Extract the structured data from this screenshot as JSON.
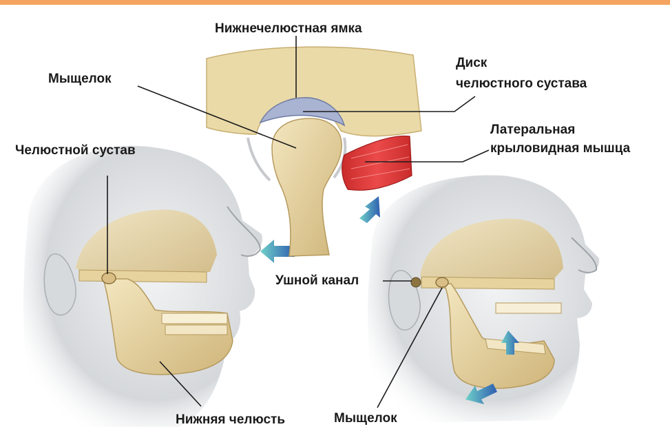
{
  "colors": {
    "top_bar": "#F4A460",
    "text": "#1a1a1a",
    "bone": "#E9D8A8",
    "bone_shadow": "#C9AE72",
    "skin": "#E2E4E6",
    "skin_shadow": "#B8BCC0",
    "disc": "#9AA6C8",
    "muscle": "#E23A3A",
    "arrow": "#3E7FC0",
    "line": "#1a1a1a"
  },
  "labels": {
    "mandibular_fossa": "Нижнечелюстная ямка",
    "condyle_top": "Мыщелок",
    "disc_line1": "Диск",
    "disc_line2": "челюстного сустава",
    "jaw_joint": "Челюстной сустав",
    "lateral_pterygoid_line1": "Латеральная",
    "lateral_pterygoid_line2": "крыловидная мышца",
    "ear_canal": "Ушной канал",
    "lower_jaw": "Нижняя челюсть",
    "condyle_bottom": "Мыщелок"
  }
}
